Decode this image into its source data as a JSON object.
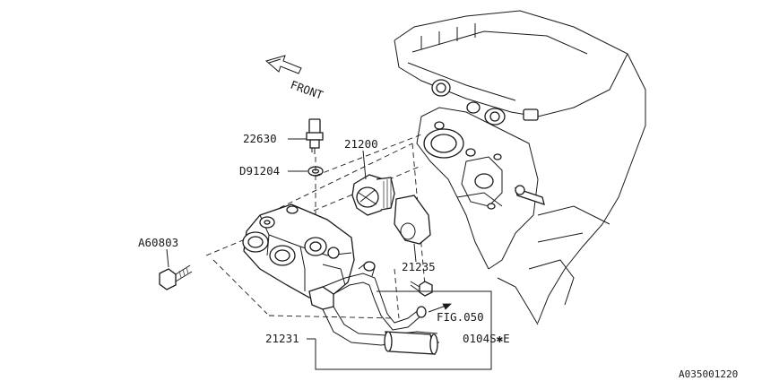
{
  "labels": {
    "front": "FRONT",
    "p22630": "22630",
    "d91204": "D91204",
    "p21200": "21200",
    "a60803": "A60803",
    "p21235": "21235",
    "fig050": "FIG.050",
    "p21231": "21231",
    "p0104se": "0104S✱E",
    "drawing_id": "A035001220"
  }
}
